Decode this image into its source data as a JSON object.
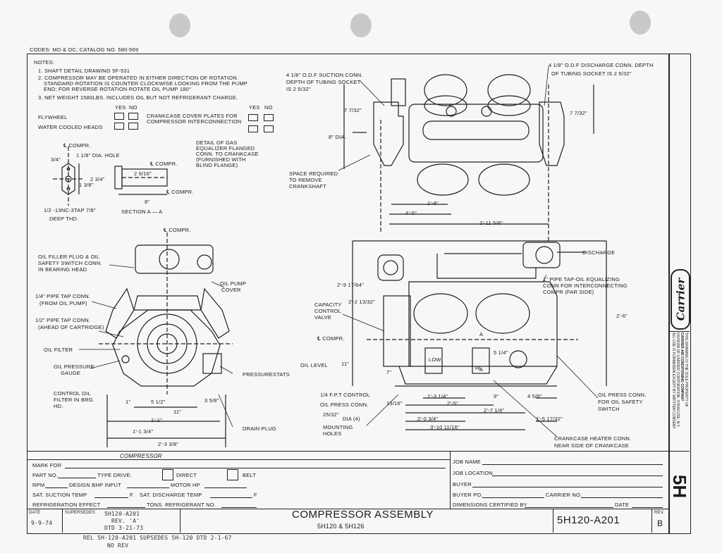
{
  "header": {
    "codes": "CODES: MO & OC, CATALOG NO. 580-569"
  },
  "notes": {
    "title": "NOTES:",
    "n1": "1. SHAFT DETAIL DRAWING 5F-531",
    "n2a": "2. COMPRESSOR MAY BE OPERATED IN EITHER DIRECTION OF ROTATION.",
    "n2b": "STANDARD ROTATION IS COUNTER CLOCKWISE LOOKING FROM THE PUMP",
    "n2c": "END; FOR REVERSE ROTATION ROTATE OIL PUMP 180°",
    "n3": "3. NET WEIGHT 1580LBS. INCLUDES OIL BUT NOT REFRIGERANT CHARGE.",
    "yes": "YES",
    "no": "NO",
    "flywheel": "FLYWHEEL",
    "water_cooled": "WATER COOLED HEADS",
    "crankcase_a": "CRANKCASE COVER PLATES FOR",
    "crankcase_b": "COMPRESSOR INTERCONNECTION"
  },
  "labels": {
    "compr_top": "℄ COMPR.",
    "dia_hole": "1 1/8\" DIA. HOLE",
    "compr_small": "℄ COMPR.",
    "compr_small2": "℄ COMPR.",
    "tap": "1/2 -13NC-3TAP 7/8\"",
    "deep_thd": "DEEP THD.",
    "section": "SECTION A — A",
    "gas_eq_1": "DETAIL OF GAS",
    "gas_eq_2": "EQUALIZER FLANGED",
    "gas_eq_3": "CONN. TO CRANKCASE",
    "gas_eq_4": "(FURNISHED WITH",
    "gas_eq_5": "BLIND FLANGE)",
    "suction_1": "4 1/8\" O.D.F SUCTION CONN.",
    "suction_2": "DEPTH OF TUBING SOCKET",
    "suction_3": "IS 2 5/32\"",
    "discharge_1": "4 1/8\" O.D.F DISCHARGE CONN. DEPTH",
    "discharge_2": "OF TUBING SOCKET IS 2 5/32\"",
    "space_1": "SPACE REQUIRED",
    "space_2": "TO REMOVE",
    "space_3": "CRANKSHAFT",
    "oil_filler_1": "OIL FILLER PLUG & OIL",
    "oil_filler_2": "SAFETY SWITCH CONN.",
    "oil_filler_3": "IN BEARING HEAD",
    "compr_mid": "℄ COMPR.",
    "oil_pump_1": "OIL PUMP",
    "oil_pump_2": "COVER",
    "pipe_tap_1a": "1/4\" PIPE TAP CONN.",
    "pipe_tap_1b": "(FROM OIL PUMP)",
    "pipe_tap_2a": "1/2\" PIPE TAP CONN.",
    "pipe_tap_2b": "(AHEAD OF CARTRIDGE)",
    "oil_filter": "OIL FILTER",
    "oil_pressure_1": "OIL PRESSURE",
    "oil_pressure_2": "GAUGE",
    "control_oil_1": "CONTROL OIL",
    "control_oil_2": "FILTER IN BRG.",
    "control_oil_3": "HD.",
    "pressurestats": "PRESSURESTATS",
    "drain_plug": "DRAIN PLUG",
    "discharge": "DISCHARGE",
    "pipe_tap_eq_1": "1\" PIPE TAP-OIL EQUALIZING",
    "pipe_tap_eq_2": "CONN FOR INTERCONNECTING",
    "pipe_tap_eq_3": "COMPR (FAR SIDE)",
    "capacity_1": "CAPACITY",
    "capacity_2": "CONTROL",
    "capacity_3": "VALVE",
    "compr_right": "℄ COMPR.",
    "oil_level": "OIL LEVEL",
    "fpt_control": "1/4 F.P.T CONTROL",
    "oil_press_conn": "OIL PRESS CONN.",
    "dia4": "DIA (4)",
    "mounting_1": "MOUNTING",
    "mounting_2": "HOLES",
    "oil_press_sw_1": "OIL PRESS CONN.",
    "oil_press_sw_2": "FOR OIL SAFETY",
    "oil_press_sw_3": "SWITCH",
    "heater_1": "CRANKCASE HEATER CONN.",
    "heater_2": "NEAR SIDE OF CRANKCASE",
    "low": "LOW",
    "hi": "HI",
    "a1": "A",
    "a2": "A"
  },
  "dimensions": {
    "d_3_4": "3/4\"",
    "d_1_3_8": "1 3/8\"",
    "d_2_3_4": "2 3/4\"",
    "d_2_9_16": "2 9/16\"",
    "d_8": "8\"",
    "d_7_7_32a": "7 7/32\"",
    "d_8dia": "8\" DIA.",
    "d_7_7_32b": "7 7/32\"",
    "d_1_8": "1'-8\"",
    "d_4_5": "4'-5\"",
    "d_2_11": "2'-11 5/8\"",
    "d_2_9_17": "2'-9 17/64\"",
    "d_2_2_13": "2'-2 13/32\"",
    "d_2_6": "2'-6\"",
    "d_11": "11\"",
    "d_7": "7\"",
    "d_5_1_4": "5 1/4\"",
    "d_1a": "1\"",
    "d_5_1_2": "5 1/2\"",
    "d_3_5_8": "3 5/8\"",
    "d_11b": "11\"",
    "d_1_1": "1'-1\"",
    "d_1_1_4": "1'-1 3/4\"",
    "d_2_3_3": "2'-3 3/8\"",
    "d_13_16": "13/16\"",
    "d_1_3_4": "1'-3 1/4\"",
    "d_9": "9\"",
    "d_4_5_8": "4 5/8\"",
    "d_2_5": "2'-5\"",
    "d_2_7": "2'-7 1/4\"",
    "d_2_0": "2'-0 3/4\"",
    "d_1_5": "1'-5 17/32\"",
    "d_3_10": "3'-10 11/16\"",
    "d_25_32": "25/32\""
  },
  "brand": {
    "logo": "Carrier"
  },
  "side_panel": {
    "legal_1": "THIS DRAWING IS THE SOLE PROPERTY OF",
    "legal_2": "CARRIER AIR CONDITIONING COMPANY",
    "legal_3": "DIVISION OF CARRIER CORPORATION, SYRACUSE, N.Y.",
    "legal_4": "ALL USE IS FORBIDDEN EXCEPT BY WRITTEN CONSENT",
    "model": "5H"
  },
  "form": {
    "section": "COMPRESSOR",
    "mark_for": "MARK FOR",
    "part_no": "PART NO.",
    "type_drive": "TYPE DRIVE:",
    "direct": "DIRECT",
    "belt": "BELT",
    "rpm": "RPM",
    "design_bhp": "DESIGN BHP INPUT",
    "motor_hp": "MOTOR HP",
    "sat_suction": "SAT. SUCTION TEMP",
    "f1": "F.",
    "sat_discharge": "SAT. DISCHARGE TEMP",
    "f2": "F",
    "refrig_effect": "REFRIGERATION EFFECT",
    "tons": "TONS. REFRIGERANT NO.",
    "job_name": "JOB NAME",
    "job_location": "JOB LOCATION",
    "buyer": "BUYER",
    "buyer_po": "BUYER PO.",
    "carrier_no": "CARRIER NO.",
    "dims_certified": "DIMENSIONS CERTIFIED BY",
    "date_label": "DATE"
  },
  "title_block": {
    "date_label": "DATE",
    "date": "9-9-74",
    "supersedes_label": "SUPERSEDES",
    "supersedes_1": "5H120-A201",
    "supersedes_2": "REV. 'A'",
    "supersedes_3": "DTD 3-21-73",
    "title": "COMPRESSOR ASSEMBLY",
    "subtitle": "5H120 & 5H126",
    "drawing_no": "5H120-A201",
    "rev_label": "REV.",
    "rev": "B"
  },
  "handwritten": {
    "note_1": "REL 5H-120-A201 SUPSEDES 5H-120 DTD 2-1-67",
    "note_2": "NO REV"
  }
}
